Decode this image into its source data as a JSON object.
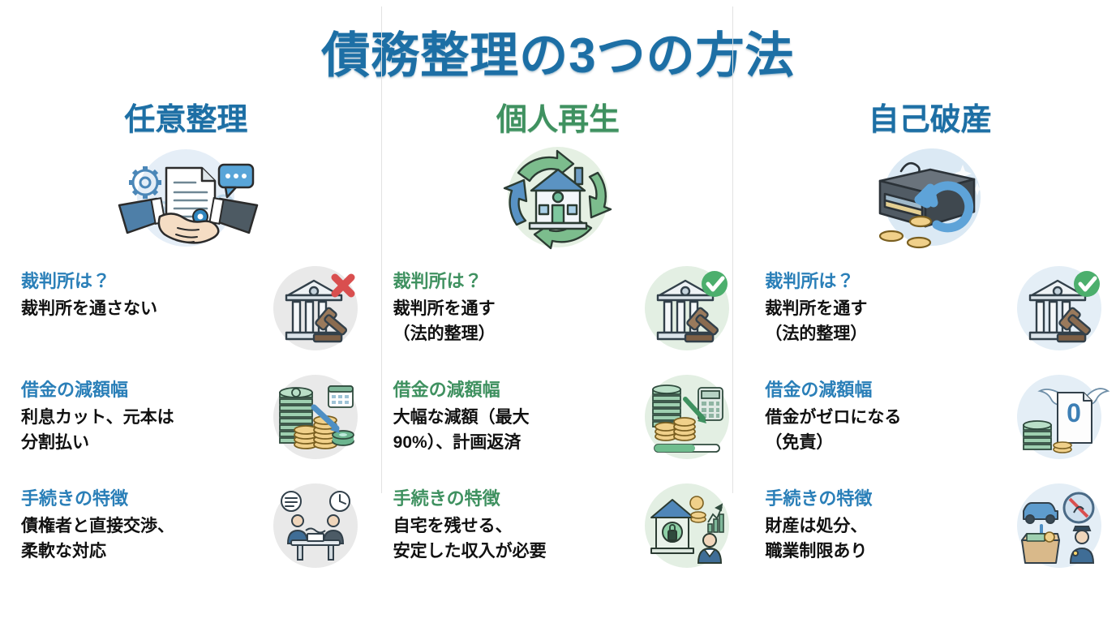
{
  "title": "債務整理の3つの方法",
  "colors": {
    "title_blue": "#1d6fa5",
    "heading_blue": "#2a7fb8",
    "heading_green": "#3f9160",
    "body_black": "#111111",
    "x_red": "#d94f4f",
    "check_green": "#4caf6d",
    "divider_grey": "#e2e2e2"
  },
  "columns": [
    {
      "id": "nin-i-seiri",
      "title": "任意整理",
      "accent": "blue",
      "hero_icon": "handshake-document-icon",
      "rows": [
        {
          "heading": "裁判所は？",
          "body": "裁判所を通さない",
          "icon": "courthouse-gavel-cross-icon",
          "icon_badge": "red-cross",
          "icon_bg": "grey"
        },
        {
          "heading": "借金の減額幅",
          "body": "利息カット、元本は\n分割払い",
          "icon": "cash-coins-calendar-arrow-icon",
          "icon_badge": "none",
          "icon_bg": "grey"
        },
        {
          "heading": "手続きの特徴",
          "body": "債権者と直接交渉、\n柔軟な対応",
          "icon": "negotiation-table-clock-icon",
          "icon_badge": "none",
          "icon_bg": "grey"
        }
      ]
    },
    {
      "id": "kojin-saisei",
      "title": "個人再生",
      "accent": "green",
      "hero_icon": "house-recycle-arrows-icon",
      "rows": [
        {
          "heading": "裁判所は？",
          "body": "裁判所を通す\n（法的整理）",
          "icon": "courthouse-gavel-check-icon",
          "icon_badge": "green-check",
          "icon_bg": "green"
        },
        {
          "heading": "借金の減額幅",
          "body": "大幅な減額（最大\n90%）、計画返済",
          "icon": "cash-coins-calculator-progress-icon",
          "icon_badge": "none",
          "icon_bg": "green"
        },
        {
          "heading": "手続きの特徴",
          "body": "自宅を残せる、\n安定した収入が必要",
          "icon": "house-lock-salaryman-icon",
          "icon_badge": "none",
          "icon_bg": "green"
        }
      ]
    },
    {
      "id": "jiko-hasan",
      "title": "自己破産",
      "accent": "blue",
      "hero_icon": "empty-wallet-reset-icon",
      "rows": [
        {
          "heading": "裁判所は？",
          "body": "裁判所を通す\n（法的整理）",
          "icon": "courthouse-gavel-check-icon",
          "icon_badge": "green-check",
          "icon_bg": "blue"
        },
        {
          "heading": "借金の減額幅",
          "body": "借金がゼロになる\n（免責）",
          "icon": "zero-debt-wings-icon",
          "icon_badge": "none",
          "icon_bg": "blue"
        },
        {
          "heading": "手続きの特徴",
          "body": "財産は処分、\n職業制限あり",
          "icon": "assets-seized-restrictions-icon",
          "icon_badge": "none",
          "icon_bg": "blue"
        }
      ]
    }
  ]
}
